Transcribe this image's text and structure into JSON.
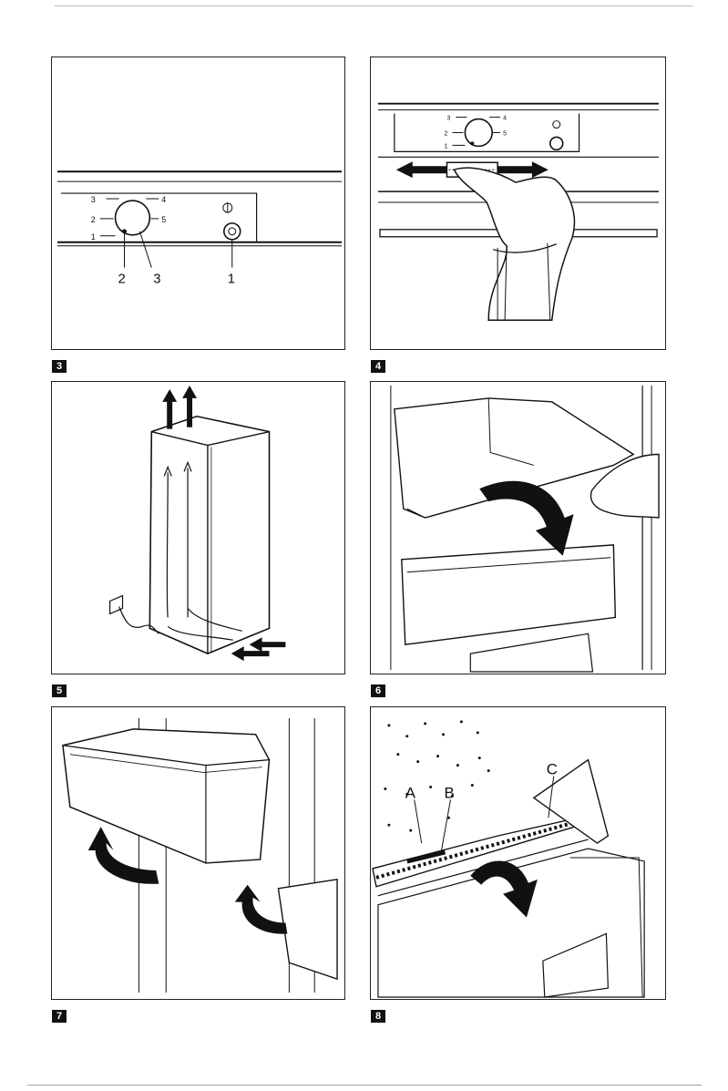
{
  "figures": [
    {
      "number": "3",
      "callouts": {
        "dial_left": [
          "3",
          "2",
          "1"
        ],
        "dial_right": [
          "4",
          "5"
        ],
        "refs": [
          "2",
          "3",
          "1"
        ]
      }
    },
    {
      "number": "4",
      "callouts": {
        "dial_left": [
          "3",
          "2",
          "1"
        ],
        "dial_right": [
          "4",
          "5"
        ]
      }
    },
    {
      "number": "5"
    },
    {
      "number": "6"
    },
    {
      "number": "7"
    },
    {
      "number": "8",
      "callouts": {
        "letters": [
          "A",
          "B",
          "C"
        ]
      }
    }
  ]
}
